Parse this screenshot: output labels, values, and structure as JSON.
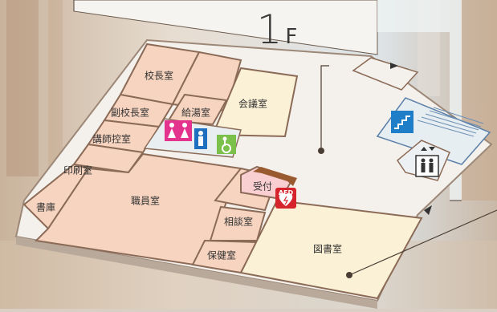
{
  "floor": {
    "number": "1",
    "suffix": "F"
  },
  "rooms": [
    {
      "id": "kouchoushitsu",
      "label": "校長室"
    },
    {
      "id": "fukukouchoushitsu",
      "label": "副校長室"
    },
    {
      "id": "koushihikaeshitsu",
      "label": "講師控室"
    },
    {
      "id": "insatsushitsu",
      "label": "印刷室"
    },
    {
      "id": "shoko",
      "label": "書庫"
    },
    {
      "id": "kyuutoushitsu",
      "label": "給湯室"
    },
    {
      "id": "kaigishitsu",
      "label": "会議室"
    },
    {
      "id": "shokuinshitsu",
      "label": "職員室"
    },
    {
      "id": "uketsuke",
      "label": "受付"
    },
    {
      "id": "soudanshitsu",
      "label": "相談室"
    },
    {
      "id": "hokenshitsu",
      "label": "保健室"
    },
    {
      "id": "toshoshitsu",
      "label": "図書室"
    }
  ],
  "aed": {
    "label": "AED"
  },
  "icons": [
    "womens-restroom-icon",
    "mens-restroom-icon",
    "accessible-restroom-icon",
    "staircase-icon",
    "elevator-icon"
  ],
  "colors": {
    "room_peach": "#f6d4c0",
    "room_cream": "#fbf1d6",
    "wall": "#8b6b57",
    "floor": "#f4f1ec",
    "restroom_pink": "#e4338c",
    "restroom_blue": "#1f6fc0",
    "accessible_green": "#7bc04a",
    "stairs_blue": "#1e7ec8",
    "aed_red": "#d6242d"
  }
}
